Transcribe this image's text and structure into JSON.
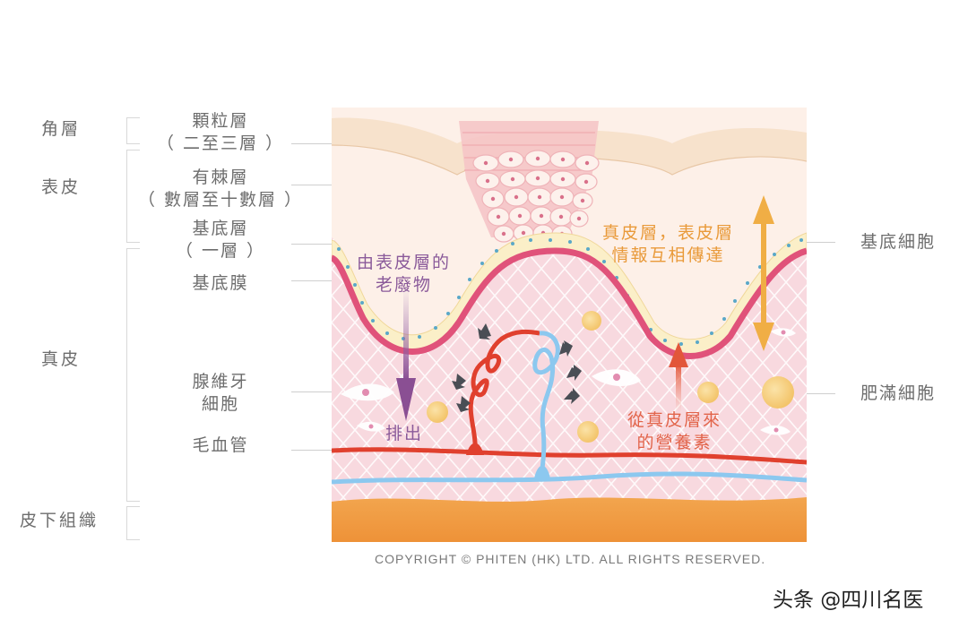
{
  "left_groups": [
    {
      "label": "角層"
    },
    {
      "label": "表皮"
    },
    {
      "label": "真皮"
    },
    {
      "label": "皮下組織"
    }
  ],
  "left_layers": [
    {
      "line1": "顆粒層",
      "line2": "（ 二至三層 ）"
    },
    {
      "line1": "有棘層",
      "line2": "（ 數層至十數層 ）"
    },
    {
      "line1": "基底層",
      "line2": "（ 一層 ）"
    },
    {
      "line1": "基底膜"
    },
    {
      "line1": "腺維牙",
      "line2": "細胞"
    },
    {
      "line1": "毛血管"
    }
  ],
  "right_labels": [
    {
      "label": "基底細胞"
    },
    {
      "label": "肥滿細胞"
    }
  ],
  "annotations": {
    "waste": {
      "line1": "由表皮層的",
      "line2": "老廢物",
      "color": "#8a5a9a"
    },
    "excrete": {
      "label": "排出",
      "color": "#8a5a9a"
    },
    "exchange": {
      "line1": "真皮層，表皮層",
      "line2": "情報互相傳達",
      "color": "#e99a3a"
    },
    "nutrients": {
      "line1": "從真皮層來",
      "line2": "的營養素",
      "color": "#e2644a"
    }
  },
  "colors": {
    "stratum_corneum": "#f7e2cc",
    "epidermis_bg": "#fdf0e8",
    "basement_membrane": "#e0527a",
    "dermis_bg": "#f8d9df",
    "artery": "#e0402e",
    "vein": "#8cc8ef",
    "subcutaneous": "#f0a04a"
  },
  "footer": {
    "copyright": "COPYRIGHT © PHITEN (HK) LTD. ALL RIGHTS RESERVED.",
    "watermark": "头条 @四川名医"
  }
}
